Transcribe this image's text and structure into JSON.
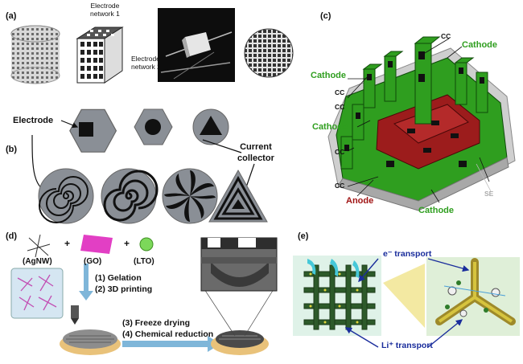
{
  "panel_a": {
    "label": "(a)",
    "electrode_network_1": "Electrode\nnetwork 1",
    "electrode_network_2": "Electrode\nnetwork 2"
  },
  "panel_b": {
    "label": "(b)",
    "electrode": "Electrode",
    "current_collector": "Current\ncollector"
  },
  "panel_c": {
    "label": "(c)",
    "cathode": "Cathode",
    "cc": "CC",
    "anode": "Anode",
    "se": "SE"
  },
  "panel_d": {
    "label": "(d)",
    "agnw": "(AgNW)",
    "go": "(GO)",
    "lto": "(LTO)",
    "plus": "+",
    "step1": "(1) Gelation",
    "step2": "(2) 3D printing",
    "step3": "(3) Freeze drying",
    "step4": "(4) Chemical reduction"
  },
  "panel_e": {
    "label": "(e)",
    "e_transport": "e⁻ transport",
    "li_transport": "Li⁺ transport"
  },
  "colors": {
    "green": "#2f9e1f",
    "dark_red": "#a01414",
    "navy": "#1a2d9c",
    "current_collector_gray": "#8a8f96",
    "process_arrow": "#7fb6d9"
  }
}
